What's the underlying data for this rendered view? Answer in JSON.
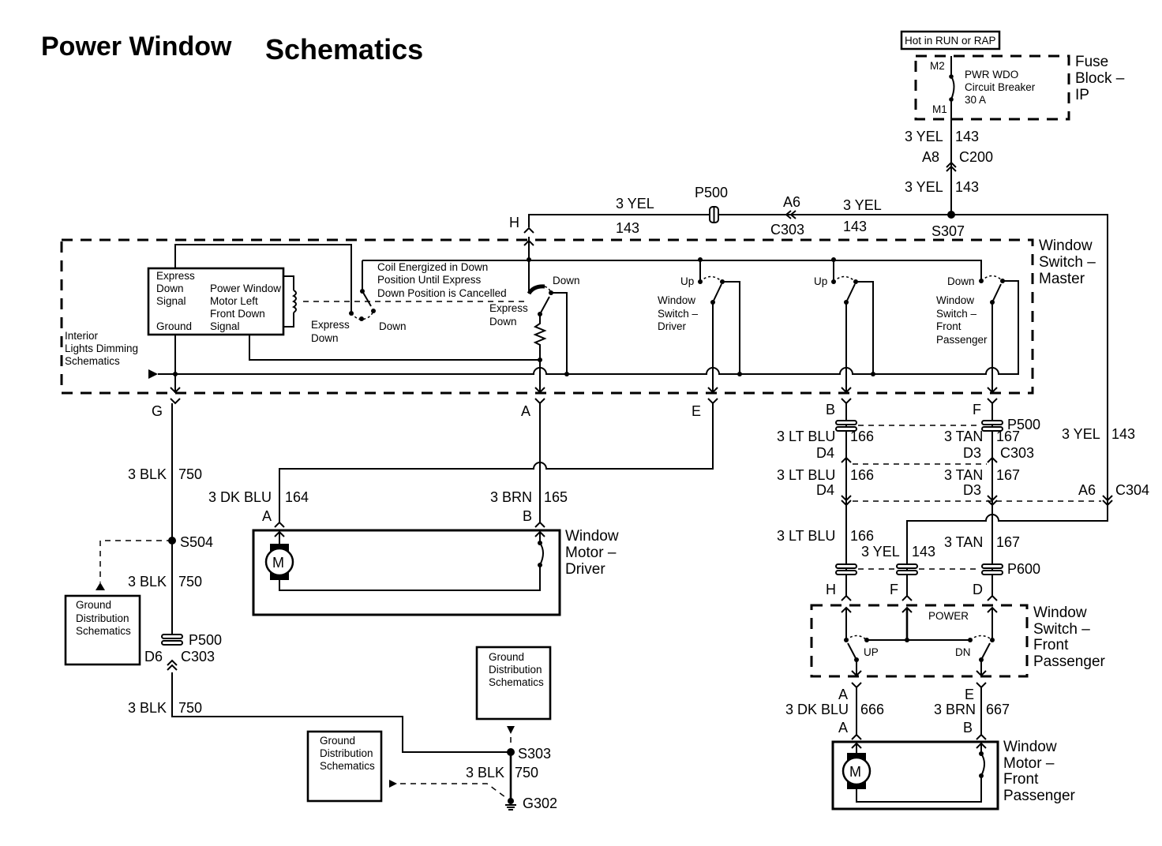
{
  "title": {
    "part1": "Power Window",
    "part2": "Schematics"
  },
  "power_source": {
    "hot_label": "Hot in RUN or RAP",
    "fuse_block_label": [
      "Fuse",
      "Block –",
      "IP"
    ],
    "breaker_name": [
      "PWR WDO",
      "Circuit Breaker",
      "30 A"
    ],
    "terminal_top": "M2",
    "terminal_bottom": "M1",
    "wire1": {
      "color": "3 YEL",
      "circuit": "143"
    },
    "connector": {
      "pin": "A8",
      "name": "C200"
    },
    "wire2": {
      "color": "3 YEL",
      "circuit": "143"
    },
    "splice": "S307"
  },
  "feed_line": {
    "pin_h": "H",
    "left_wire": {
      "color": "3 YEL",
      "circuit": "143"
    },
    "inline_connector": "P500",
    "right_connector": {
      "pin": "A6",
      "name": "C303"
    },
    "right_wire": {
      "color": "3 YEL",
      "circuit": "143"
    }
  },
  "master_switch": {
    "label": [
      "Window",
      "Switch –",
      "Master"
    ],
    "module_left": [
      "Express",
      "Down",
      "Signal",
      "",
      "Ground"
    ],
    "module_right": [
      "",
      "Power Window",
      "Motor Left",
      "Front Down",
      "Signal"
    ],
    "interior_ref": [
      "Interior",
      "Lights Dimming",
      "Schematics"
    ],
    "express_down_label": [
      "Express",
      "Down"
    ],
    "down_label": "Down",
    "coil_note": [
      "Coil Energized in Down",
      "Position Until Express",
      "Down Position is Cancelled"
    ],
    "express_down_label2": [
      "Express",
      "Down"
    ],
    "down_label2": "Down",
    "driver_switch": {
      "pos": "Up",
      "label": [
        "Window",
        "Switch –",
        "Driver"
      ]
    },
    "middle_switch": {
      "pos": "Up"
    },
    "passenger_switch": {
      "pos": "Down",
      "label": [
        "Window",
        "Switch –",
        "Front",
        "Passenger"
      ]
    },
    "pins": {
      "g": "G",
      "a": "A",
      "e": "E",
      "b": "B",
      "f": "F"
    }
  },
  "ground_circuit": {
    "wire1": {
      "color": "3 BLK",
      "circuit": "750"
    },
    "splice1": "S504",
    "wire2": {
      "color": "3 BLK",
      "circuit": "750"
    },
    "inline": "P500",
    "connector": {
      "pin": "D6",
      "name": "C303"
    },
    "wire3": {
      "color": "3 BLK",
      "circuit": "750"
    },
    "splice2": "S303",
    "wire4": {
      "color": "3 BLK",
      "circuit": "750"
    },
    "ground": "G302",
    "ref_box": [
      "Ground",
      "Distribution",
      "Schematics"
    ]
  },
  "driver_motor": {
    "wire_a": {
      "color": "3 DK BLU",
      "circuit": "164",
      "pin": "A"
    },
    "wire_b": {
      "color": "3 BRN",
      "circuit": "165",
      "pin": "B"
    },
    "motor_symbol": "M",
    "label": [
      "Window",
      "Motor –",
      "Driver"
    ]
  },
  "passenger_side": {
    "wire_lt_blu_1": {
      "color": "3 LT BLU",
      "circuit": "166",
      "pin": "D4"
    },
    "wire_tan_1": {
      "color": "3 TAN",
      "circuit": "167",
      "pin": "D3"
    },
    "inline": "P500",
    "connector": "C303",
    "wire_lt_blu_2": {
      "color": "3 LT BLU",
      "circuit": "166",
      "pin": "D4"
    },
    "wire_tan_2": {
      "color": "3 TAN",
      "circuit": "167",
      "pin": "D3"
    },
    "yel_feed": {
      "color": "3 YEL",
      "circuit": "143",
      "pin": "A6",
      "connector": "C304"
    },
    "wire_lt_blu_3": {
      "color": "3 LT BLU",
      "circuit": "166"
    },
    "wire_yel_3": {
      "color": "3 YEL",
      "circuit": "143"
    },
    "wire_tan_3": {
      "color": "3 TAN",
      "circuit": "167"
    },
    "inline2": "P600",
    "pins_p600": {
      "h": "H",
      "f": "F",
      "d": "D"
    },
    "switch_label": [
      "Window",
      "Switch –",
      "Front",
      "Passenger"
    ],
    "power_label": "POWER",
    "up_label": "UP",
    "dn_label": "DN",
    "wire_a": {
      "color": "3 DK BLU",
      "circuit": "666",
      "pin_top": "A",
      "pin_bottom": "A"
    },
    "wire_b": {
      "color": "3 BRN",
      "circuit": "667",
      "pin_top": "E",
      "pin_bottom": "B"
    },
    "motor_symbol": "M",
    "motor_label": [
      "Window",
      "Motor –",
      "Front",
      "Passenger"
    ]
  }
}
